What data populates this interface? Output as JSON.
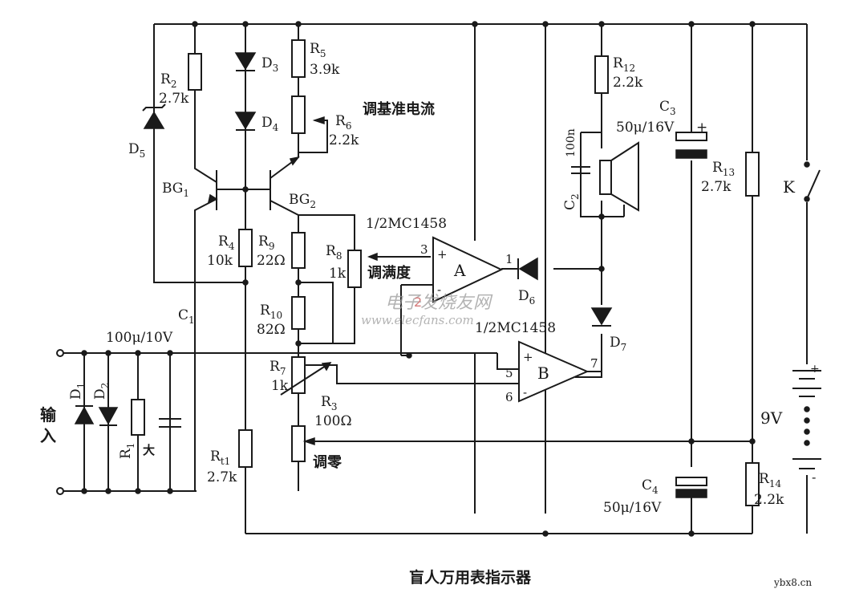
{
  "caption": "盲人万用表指示器",
  "source_tag": "ybx8.cn",
  "watermark": {
    "main": "电子发烧友网",
    "sub": "www.elecfans.com",
    "red": "2"
  },
  "input": {
    "label_line1": "输",
    "label_line2": "入"
  },
  "components": {
    "R2": {
      "name": "R",
      "sub": "2",
      "value": "2.7k"
    },
    "R5": {
      "name": "R",
      "sub": "5",
      "value": "3.9k"
    },
    "R6": {
      "name": "R",
      "sub": "6",
      "value": "2.2k"
    },
    "R12": {
      "name": "R",
      "sub": "12",
      "value": "2.2k"
    },
    "R4": {
      "name": "R",
      "sub": "4",
      "value": "10k"
    },
    "R9": {
      "name": "R",
      "sub": "9",
      "value": "22Ω"
    },
    "R8": {
      "name": "R",
      "sub": "8",
      "value": "1k"
    },
    "R10": {
      "name": "R",
      "sub": "10",
      "value": "82Ω"
    },
    "R7": {
      "name": "R",
      "sub": "7",
      "value": "1k"
    },
    "R3": {
      "name": "R",
      "sub": "3",
      "value": "100Ω"
    },
    "Rt1": {
      "name": "R",
      "sub": "t1",
      "value": "2.7k"
    },
    "R13": {
      "name": "R",
      "sub": "13",
      "value": "2.7k"
    },
    "R14": {
      "name": "R",
      "sub": "14",
      "value": "2.2k"
    },
    "R1": {
      "name": "R",
      "sub": "1",
      "value": "大"
    },
    "C1": {
      "name": "C",
      "sub": "1",
      "value": "100μ/10V"
    },
    "C2": {
      "name": "C",
      "sub": "2",
      "value": "100n"
    },
    "C3": {
      "name": "C",
      "sub": "3",
      "value": "50μ/16V"
    },
    "C4": {
      "name": "C",
      "sub": "4",
      "value": "50μ/16V"
    },
    "D1": {
      "name": "D",
      "sub": "1"
    },
    "D2": {
      "name": "D",
      "sub": "2"
    },
    "D3": {
      "name": "D",
      "sub": "3"
    },
    "D4": {
      "name": "D",
      "sub": "4"
    },
    "D5": {
      "name": "D",
      "sub": "5"
    },
    "D6": {
      "name": "D",
      "sub": "6"
    },
    "D7": {
      "name": "D",
      "sub": "7"
    },
    "BG1": {
      "name": "BG",
      "sub": "1"
    },
    "BG2": {
      "name": "BG",
      "sub": "2"
    },
    "K": {
      "name": "K"
    },
    "battery": {
      "value": "9V",
      "plus": "+",
      "minus": "-"
    }
  },
  "opamps": {
    "A": {
      "name": "A",
      "part": "1/2MC1458",
      "pin_in_plus": "3",
      "pin_out": "1",
      "plus": "+",
      "minus": "-"
    },
    "B": {
      "name": "B",
      "part": "1/2MC1458",
      "pin_in_plus": "5",
      "pin_in_minus": "6",
      "pin_out": "7",
      "plus": "+",
      "minus": "-"
    }
  },
  "annotations": {
    "adjust_reference_current": "调基准电流",
    "adjust_full_scale": "调满度",
    "adjust_zero": "调零",
    "c3_plus": "+"
  }
}
